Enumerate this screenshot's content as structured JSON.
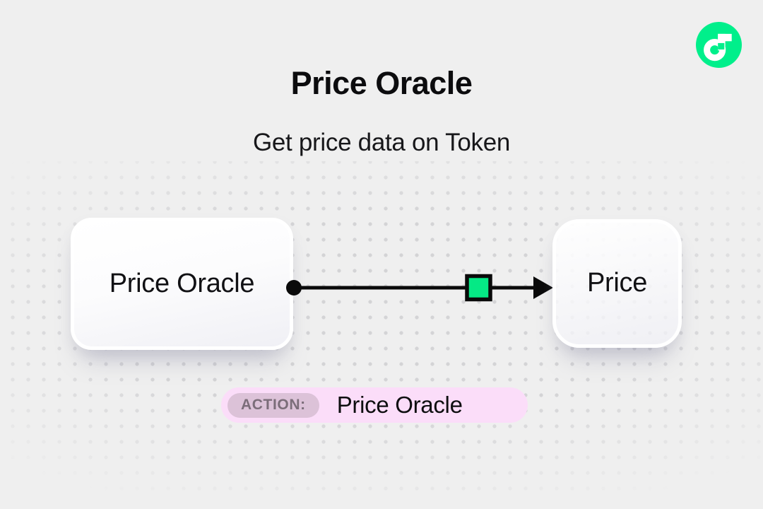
{
  "header": {
    "title": "Price Oracle",
    "subtitle": "Get price data on Token"
  },
  "logo": {
    "name": "flow-logo",
    "circle_color": "#00ef8b"
  },
  "diagram": {
    "source_node": {
      "label": "Price Oracle"
    },
    "target_node": {
      "label": "Price"
    },
    "connector": {
      "line_color": "#0a0a0a",
      "marker_color": "#05e985"
    }
  },
  "action_bar": {
    "badge_label": "ACTION:",
    "value": "Price Oracle",
    "colors": {
      "pill_bg": "#fbddf9",
      "badge_bg": "#dcc2d8",
      "badge_text": "#7b6d79"
    }
  },
  "background": {
    "color": "#efefef",
    "dot_color": "#d4d4d6"
  }
}
